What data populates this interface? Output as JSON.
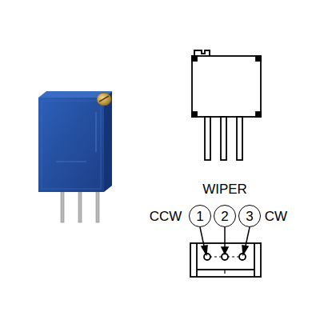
{
  "diagram": {
    "nodes": [
      {
        "text": [
          "1"
        ]
      },
      {
        "text": [
          "2"
        ]
      },
      {
        "text": [
          "3"
        ]
      }
    ],
    "labels": [
      "WIPER",
      "CCW",
      "CW"
    ]
  }
}
